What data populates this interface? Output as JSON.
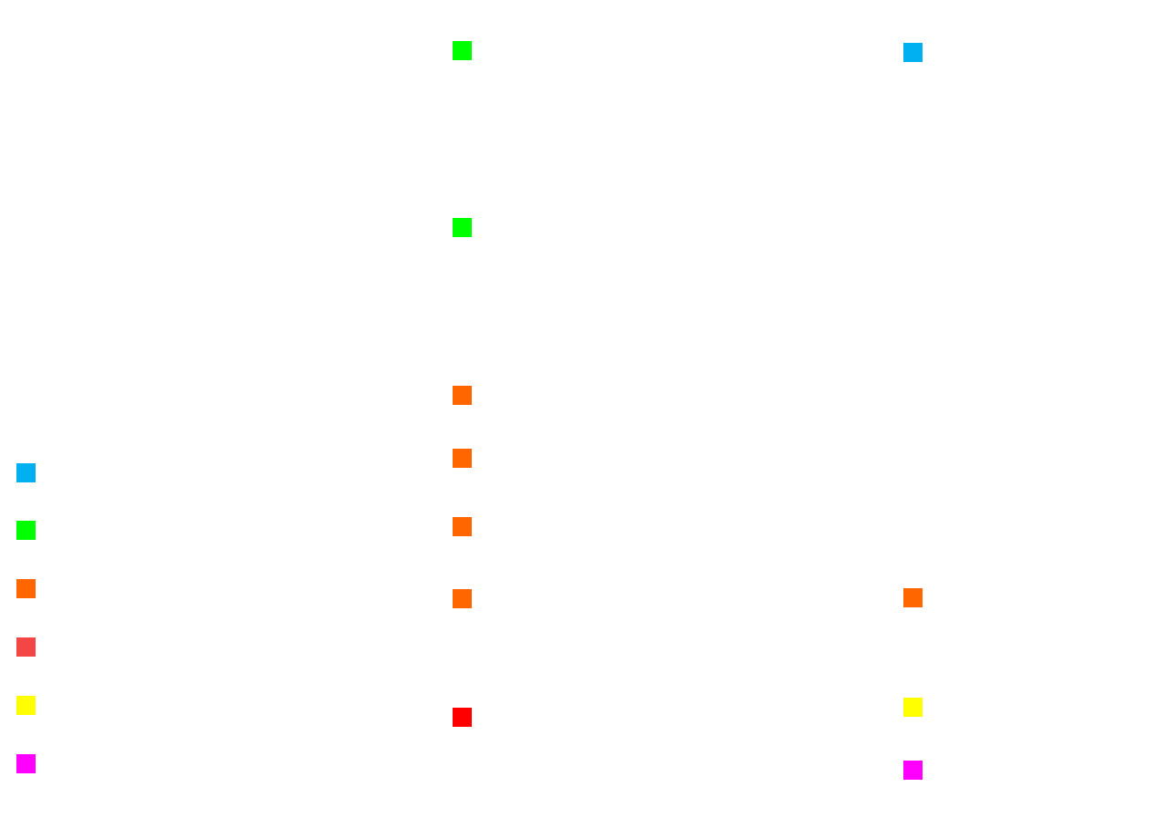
{
  "palette": {
    "cyan": "#00B0F0",
    "green": "#00FF00",
    "orange": "#FF6600",
    "coral": "#F54646",
    "red": "#FF0000",
    "yellow": "#FFFF00",
    "magenta": "#FF00FF"
  },
  "columns": [
    {
      "name": "left-column",
      "markers": [
        {
          "name": "marker-cyan",
          "color": "#00B0F0"
        },
        {
          "name": "marker-green",
          "color": "#00FF00"
        },
        {
          "name": "marker-orange",
          "color": "#FF6600"
        },
        {
          "name": "marker-coral",
          "color": "#F54646"
        },
        {
          "name": "marker-yellow",
          "color": "#FFFF00"
        },
        {
          "name": "marker-magenta",
          "color": "#FF00FF"
        }
      ]
    },
    {
      "name": "middle-column",
      "markers": [
        {
          "name": "marker-green",
          "color": "#00FF00"
        },
        {
          "name": "marker-green",
          "color": "#00FF00"
        },
        {
          "name": "marker-orange",
          "color": "#FF6600"
        },
        {
          "name": "marker-orange",
          "color": "#FF6600"
        },
        {
          "name": "marker-orange",
          "color": "#FF6600"
        },
        {
          "name": "marker-orange",
          "color": "#FF6600"
        },
        {
          "name": "marker-red",
          "color": "#FF0000"
        }
      ]
    },
    {
      "name": "right-column",
      "markers": [
        {
          "name": "marker-cyan",
          "color": "#00B0F0"
        },
        {
          "name": "marker-orange",
          "color": "#FF6600"
        },
        {
          "name": "marker-yellow",
          "color": "#FFFF00"
        },
        {
          "name": "marker-magenta",
          "color": "#FF00FF"
        }
      ]
    }
  ]
}
